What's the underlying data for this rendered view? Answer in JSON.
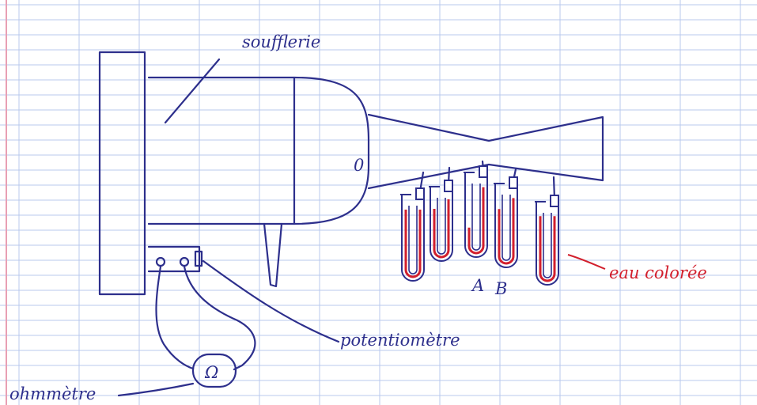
{
  "labels": {
    "soufflerie": "soufflerie",
    "zero": "0",
    "potentiometre": "potentiomètre",
    "ohmmetre": "ohmmètre",
    "omega": "Ω",
    "tube_a": "A",
    "tube_b": "B",
    "eau_coloree": "eau colorée"
  },
  "colors": {
    "paper": "#ffffff",
    "grid_line": "#b9c8ee",
    "margin_line": "#e8a0b4",
    "ink": "#2d2f8c",
    "red_ink": "#d21f2c"
  },
  "manometer_levels": [
    {
      "tube": 1,
      "left_level": 0.2,
      "right_level": 0.2
    },
    {
      "tube": 2,
      "left_level": 0.35,
      "right_level": 0.2
    },
    {
      "tube": 3,
      "left_level": 0.75,
      "right_level": 0.2
    },
    {
      "tube": 4,
      "left_level": 0.35,
      "right_level": 0.2
    },
    {
      "tube": 5,
      "left_level": 0.2,
      "right_level": 0.2
    }
  ]
}
